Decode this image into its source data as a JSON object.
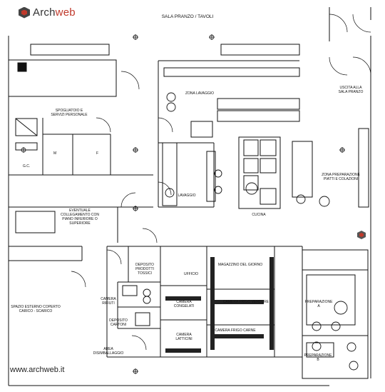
{
  "brand": {
    "name_a": "Arch",
    "name_b": "web",
    "icon": "archweb-logo-icon"
  },
  "footer": {
    "url": "www.archweb.it"
  },
  "rooms": {
    "sala_pranzo": "SALA PRANZO / TAVOLI",
    "uscita": [
      "USCITA ALLA",
      "SALA PRANZO"
    ],
    "spogliatoio": [
      "SPOGLIATOIO E",
      "SERVIZI PERSONALE"
    ],
    "wc_m": "M",
    "wc_f": "F",
    "wc_gc": "G.C.",
    "zona_lavaggio": "ZONA LAVAGGIO",
    "lavaggio": "LAVAGGIO",
    "cucina": "CUCINA",
    "zona_preparazione": [
      "ZONA PREPARAZIONE",
      "PIATTI E COLAZIONI"
    ],
    "collegamento": [
      "EVENTUALE",
      "COLLEGAMENTO CON",
      "PIANO INFERIORE O",
      "SUPERIORE"
    ],
    "spazio_esterno": [
      "SPAZIO ESTERNO COPERTO",
      "CARICO - SCARICO"
    ],
    "deposito_prodotti": [
      "DEPOSITO",
      "PRODOTTI",
      "TOSSICI"
    ],
    "ufficio": "UFFICIO",
    "magazzino": "MAGAZZINO DEL GIORNO",
    "camera_rifiuti": [
      "CAMERA",
      "RIFIUTI"
    ],
    "camera_congelati": [
      "CAMERA",
      "CONGELATI"
    ],
    "camera_frigo_verdure": "CAMERA FRIGO VERDURE",
    "deposito_cartoni": [
      "DEPOSITO",
      "CARTONI"
    ],
    "camera_frigo_carne": "CAMERA FRIGO CARNE",
    "camera_latticini": [
      "CAMERA",
      "LATTICINI"
    ],
    "area_disimballaggio": [
      "AREA",
      "DISIMBALLAGGIO"
    ],
    "preparazione_a": [
      "PREPARAZIONE",
      "A"
    ],
    "preparazione_b": [
      "PREPARAZIONE",
      "B"
    ]
  }
}
